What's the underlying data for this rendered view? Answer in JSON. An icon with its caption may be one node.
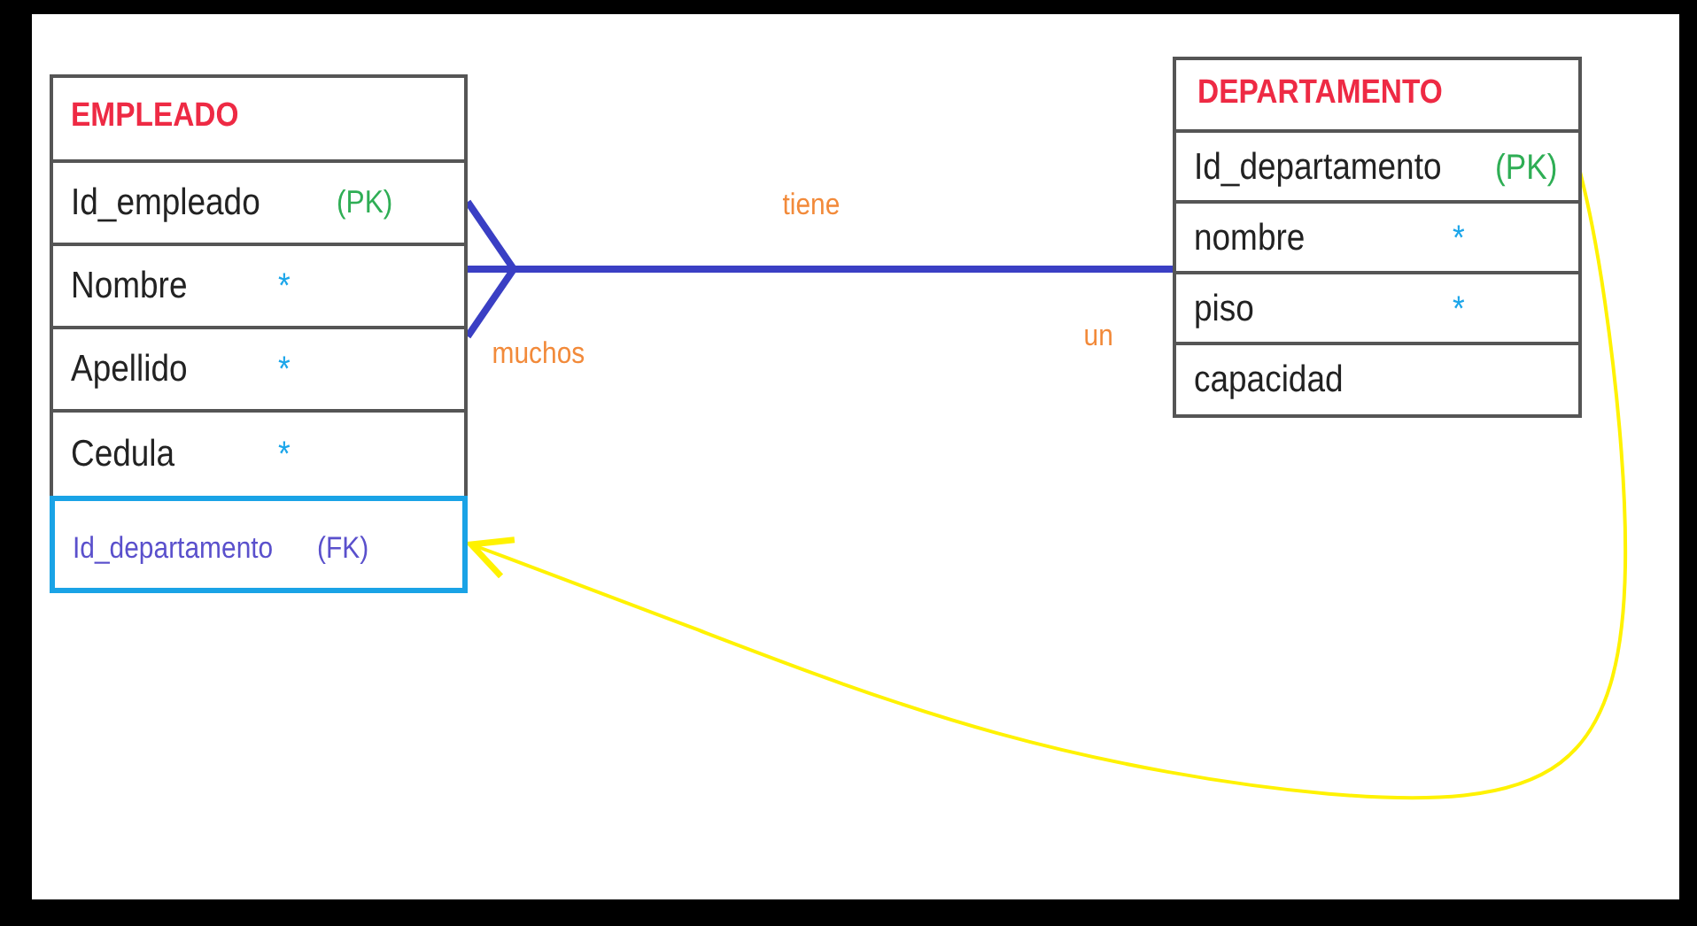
{
  "diagram": {
    "nodes": [
      {
        "text": [
          "EMPLEADO"
        ]
      },
      {
        "text": [
          "Id_empleado",
          "(PK)"
        ],
        "in": 0
      },
      {
        "text": [
          "Nombre",
          "*"
        ],
        "in": 0
      },
      {
        "text": [
          "Apellido",
          "*"
        ],
        "in": 0
      },
      {
        "text": [
          "Cedula",
          "*"
        ],
        "in": 0
      },
      {
        "text": [
          "Id_departamento",
          "(FK)"
        ],
        "in": 0
      },
      {
        "text": [
          "DEPARTAMENTO"
        ]
      },
      {
        "text": [
          "Id_departamento",
          "(PK)"
        ],
        "in": 6
      },
      {
        "text": [
          "nombre",
          "*"
        ],
        "in": 6
      },
      {
        "text": [
          "piso",
          "*"
        ],
        "in": 6
      },
      {
        "text": [
          "capacidad"
        ],
        "in": 6
      }
    ],
    "edges": [
      {
        "from": 0,
        "to": 6,
        "arrow": "other",
        "label": "tiene",
        "style": "thick",
        "color": "#3a3fc4"
      },
      {
        "from": 7,
        "to": 5,
        "arrow": "to",
        "color": "#fff200"
      }
    ],
    "labels": [
      "muchos",
      "un"
    ]
  }
}
